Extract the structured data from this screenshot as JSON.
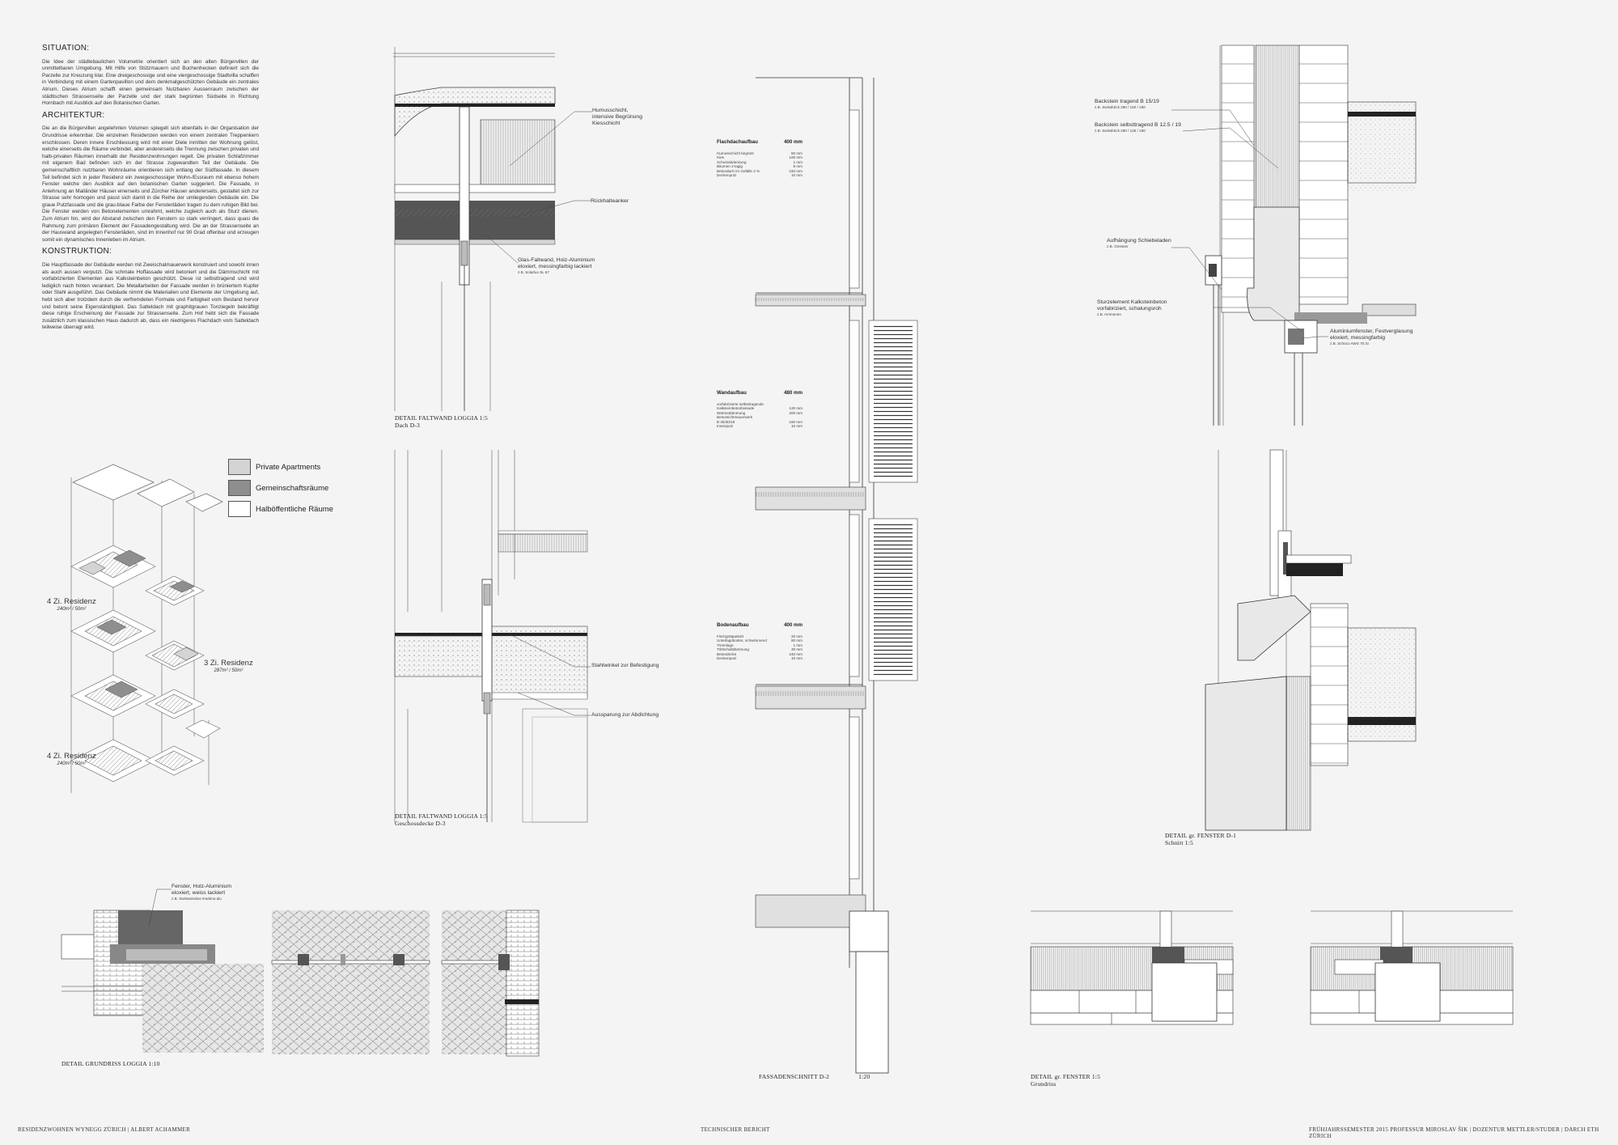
{
  "text": {
    "situation_title": "SITUATION:",
    "situation_body": "Die Idee der städtebaulichen Volumetrie orientiert sich an den alten Bürgervillen der unmittelbaren Umgebung. Mit Hilfe von Stützmauern und Buchenhecken definiert sich die Parzelle zur Kreuzung klar. Eine dreigeschossige und eine viergeschossige Stadtvilla schaffen in Verbindung mit einem Gartenpavillon und dem denkmalgeschützten Gebäude ein zentrales Atrium. Dieses Atrium schafft einen gemeinsam Nutzbaren Aussenraum zwischen der städtischen Strassenseite der Parzelle und der stark begrünten Südseite in Richtung Hornbach mit Ausblick auf den Botanischen Garten.",
    "architektur_title": "ARCHITEKTUR:",
    "architektur_body": "Die an die Bürgervillen angelehnten Volumen spiegelt sich ebenfalls in der Organisation der Grundrisse erkennbar. Die einzelnen Residenzen werden von einem zentralen Treppenkern erschlossen. Deren innere Erschliessung wird mit einer Diele inmitten der Wohnung gelöst, welche einerseits die Räume verbindet, aber andererseits die Trennung zwischen privaten und halb-privaten Räumen innerhalb der Residenzwohnungen regelt. Die privaten Schlafzimmer mit eigenem Bad befinden sich im der Strasse zugewandten Teil der Gebäude. Die gemeinschaftlich nutzbaren Wohnräume orientieren sich entlang der Südfassade. In diesem Teil befindet sich in jeder Residenz ein zweigeschossiger Wohn-/Essraum mit ebenso hohem Fenster welche den Ausblick auf den botanischen Garten suggeriert. Die Fassade, in Anlehnung an Mailänder Häuser einerseits und Zürcher Häuser andererseits, gestaltet sich zur Strasse sehr homogen und passt sich damit in die Reihe der umliegenden Gebäude ein. Die graue Putzfassade und die grau-blaue Farbe der Fensterläden tragen zu dem ruhigen Bild bei. Die Fenster werden von Betonelementen umrahmt, welche zugleich auch als Sturz dienen. Zum Atrium hin, wird der Abstand zwischen den Fenstern so stark verringert, dass quasi die Rahmung zum primären Element der Fassadengestaltung wird. Die an der Strassenseite an der Hauswand angelegten Fensterläden, sind im Innenhof nur 90 Grad offenbar und erzeugen somit ein dynamisches Innenleben im Atrium.",
    "konstruktion_title": "KONSTRUKTION:",
    "konstruktion_body": "Die Hauptfassade der Gebäude werden mit Zweischalmauerwerk konstruiert und sowohl innen als auch aussen verputzt. Die schmale Hoffassade wird betoniert und die Dämmschicht mit vorfabrizierten Elementen aus Kalksteinbeton geschützt. Diese ist selbsttragend und wird lediglich nach hinten verankert. Die Metallarbeiten der Fassade werden in brüniertem Kupfer oder Stahl ausgeführt. Das Gebäude nimmt die Materialien und Elemente der Umgebung auf, hebt sich aber trotzdem durch die verfremdeten Formate und Farbigkeit vom Bestand hervor und betont seine Eigenständigkeit. Das Satteldach mit graphitgrauen Tonziegeln bekräftigt diese ruhige Erscheinung der Fassade zur Strassenseite. Zum Hof hebt sich die Fassade zusätzlich zum klassischen Haus dadurch ab, dass ein niedrigeres Flachdach vom Satteldach teilweise überragt wird."
  },
  "legend": [
    {
      "label": "Private Apartments",
      "color": "#d4d4d4"
    },
    {
      "label": "Gemeinschaftsräume",
      "color": "#8e8e8e"
    },
    {
      "label": "Halböffentliche Räume",
      "color": "#ffffff"
    }
  ],
  "axo_labels": {
    "res4_top": "4 Zi. Residenz",
    "res4_top_area": "240m² / 50m²",
    "res3": "3 Zi. Residenz",
    "res3_area": "287m² / 50m²",
    "res4_bottom": "4 Zi. Residenz",
    "res4_bottom_area": "240m² / 50m²"
  },
  "captions": {
    "dach_title": "DETAIL FALTWAND LOGGIA 1:5",
    "dach_sub": "Dach D-3",
    "geschoss_title": "DETAIL FALTWAND LOGGIA 1:5",
    "geschoss_sub": "Geschossdecke D-3",
    "grundriss_loggia": "DETAIL GRUNDRISS LOGGIA 1:10",
    "fassadenschnitt": "FASSADENSCHNITT D-2",
    "fassadenschnitt_scale": "1:20",
    "fenster_schnitt_title": "DETAIL gr. FENSTER D-1",
    "fenster_schnitt_sub": "Schnitt 1:5",
    "fenster_grundriss_title": "DETAIL gr. FENSTER 1:5",
    "fenster_grundriss_sub": "Grundriss"
  },
  "annotations": {
    "humus_1": "Humusschicht,",
    "humus_2": "intensive Begrünung",
    "humus_3": "Kiesschicht",
    "rueckhalteanker": "Rückhalteanker",
    "glas_1": "Glas-Faltwand, Holz-Aluminium",
    "glas_2": "eloxiert, messingfarbig lackiert",
    "glas_3": "z.B. Solarlux SL 67",
    "stahlwinkel": "Stahlwinkel zur Befestigung",
    "aussparung": "Aussparung zur Abdichtung",
    "fenster_1": "Fenster, Holz-Aluminium",
    "fenster_2": "eloxiert, weiss lackiert",
    "fenster_3": "z.B. Swisswindow modena alu",
    "backstein_tragend": "Backstein tragend B 15/19",
    "backstein_tragend_ref": "z.B. Swissbrick 290 / 150 / 190",
    "backstein_selbst": "Backstein selbsttragend B 12.5 / 19",
    "backstein_selbst_ref": "z.B. Swissbrick 290 / 125 / 190",
    "aufhaengung": "Aufhängung Schiebeladen",
    "aufhaengung_ref": "z.B. Griesser",
    "sturzelement_1": "Sturzelement Kalksteinbeton",
    "sturzelement_2": "vorfabriziert, schalungsroh",
    "sturzelement_3": "z.B. Ammonen",
    "alu_1": "Aluminiumfenster, Festverglasung",
    "alu_2": "eloxiert, messingfarbig",
    "alu_3": "z.B. Schüco AWS 70.SI"
  },
  "buildups": {
    "flachdach": {
      "title": "Flachdachaufbau",
      "total": "400 mm",
      "rows": [
        [
          "Humusschicht begrünt",
          "50 mm"
        ],
        [
          "Kies",
          "100 mm"
        ],
        [
          "Schutzabdeckung",
          "1 mm"
        ],
        [
          "Bitumen 2-lagig",
          "8 mm"
        ],
        [
          "Betondach im Gefälle 2 %",
          "240 mm"
        ],
        [
          "Deckenputz",
          "10 mm"
        ]
      ]
    },
    "wand": {
      "title": "Wandaufbau",
      "total": "480 mm",
      "rows": [
        [
          "vorfabrizierte selbsttragende",
          ""
        ],
        [
          "Kalksteinbetonfassade",
          "120 mm"
        ],
        [
          "Wärmedämmung",
          "200 mm"
        ],
        [
          "Betonsichtmauerwerk",
          ""
        ],
        [
          "B 25/30/19",
          "150 mm"
        ],
        [
          "Innenputz",
          "10 mm"
        ]
      ]
    },
    "boden": {
      "title": "Bodenaufbau",
      "total": "400 mm",
      "rows": [
        [
          "Fischgrätparkett",
          "20 mm"
        ],
        [
          "Unterlagsboden, schwimmend",
          "80 mm"
        ],
        [
          "Trennlage",
          "1 mm"
        ],
        [
          "Trittschalldämmung",
          "30 mm"
        ],
        [
          "Betondecke",
          "240 mm"
        ],
        [
          "Deckenputz",
          "10 mm"
        ]
      ]
    }
  },
  "footer": {
    "left": "RESIDENZWOHNEN WYNEGG ZÜRICH | ALBERT ACHAMMER",
    "center": "TECHNISCHER BERICHT",
    "right": "FRÜHJAHRSSEMESTER 2015 PROFESSUR MIROSLAV ŠIK | DOZENTUR METTLER/STUDER | DARCH ETH ZÜRICH"
  }
}
